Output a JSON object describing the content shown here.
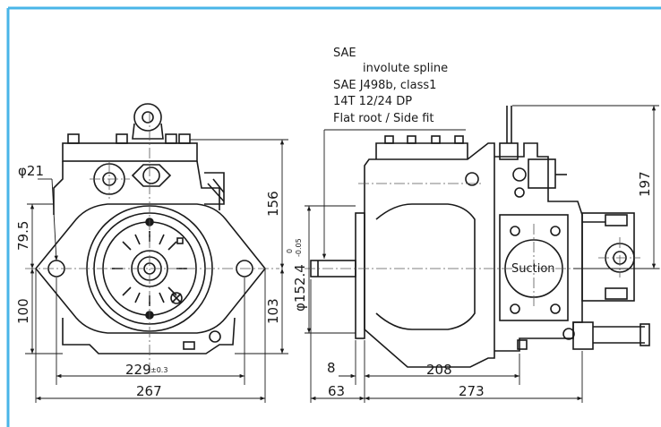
{
  "colors": {
    "frame": "#49b5e8",
    "ink": "#1a1a1a",
    "centerline": "#555555"
  },
  "spline_note": {
    "line1": "SAE",
    "line2": "involute spline",
    "line3": "SAE  J498b, class1",
    "line4": "14T 12/24 DP",
    "line5": "Flat root / Side fit"
  },
  "dimensions": {
    "phi21": "φ21",
    "d795": "79.5",
    "d100": "100",
    "d156": "156",
    "d103": "103",
    "d229": "229",
    "d229_tol": "±0.3",
    "d267": "267",
    "d197": "197",
    "phi1524": "φ152.4",
    "tol_upper": "0",
    "tol_lower": "-0.05",
    "d8": "8",
    "d63": "63",
    "d208": "208",
    "d273": "273"
  },
  "labels": {
    "suction": "Suction"
  }
}
